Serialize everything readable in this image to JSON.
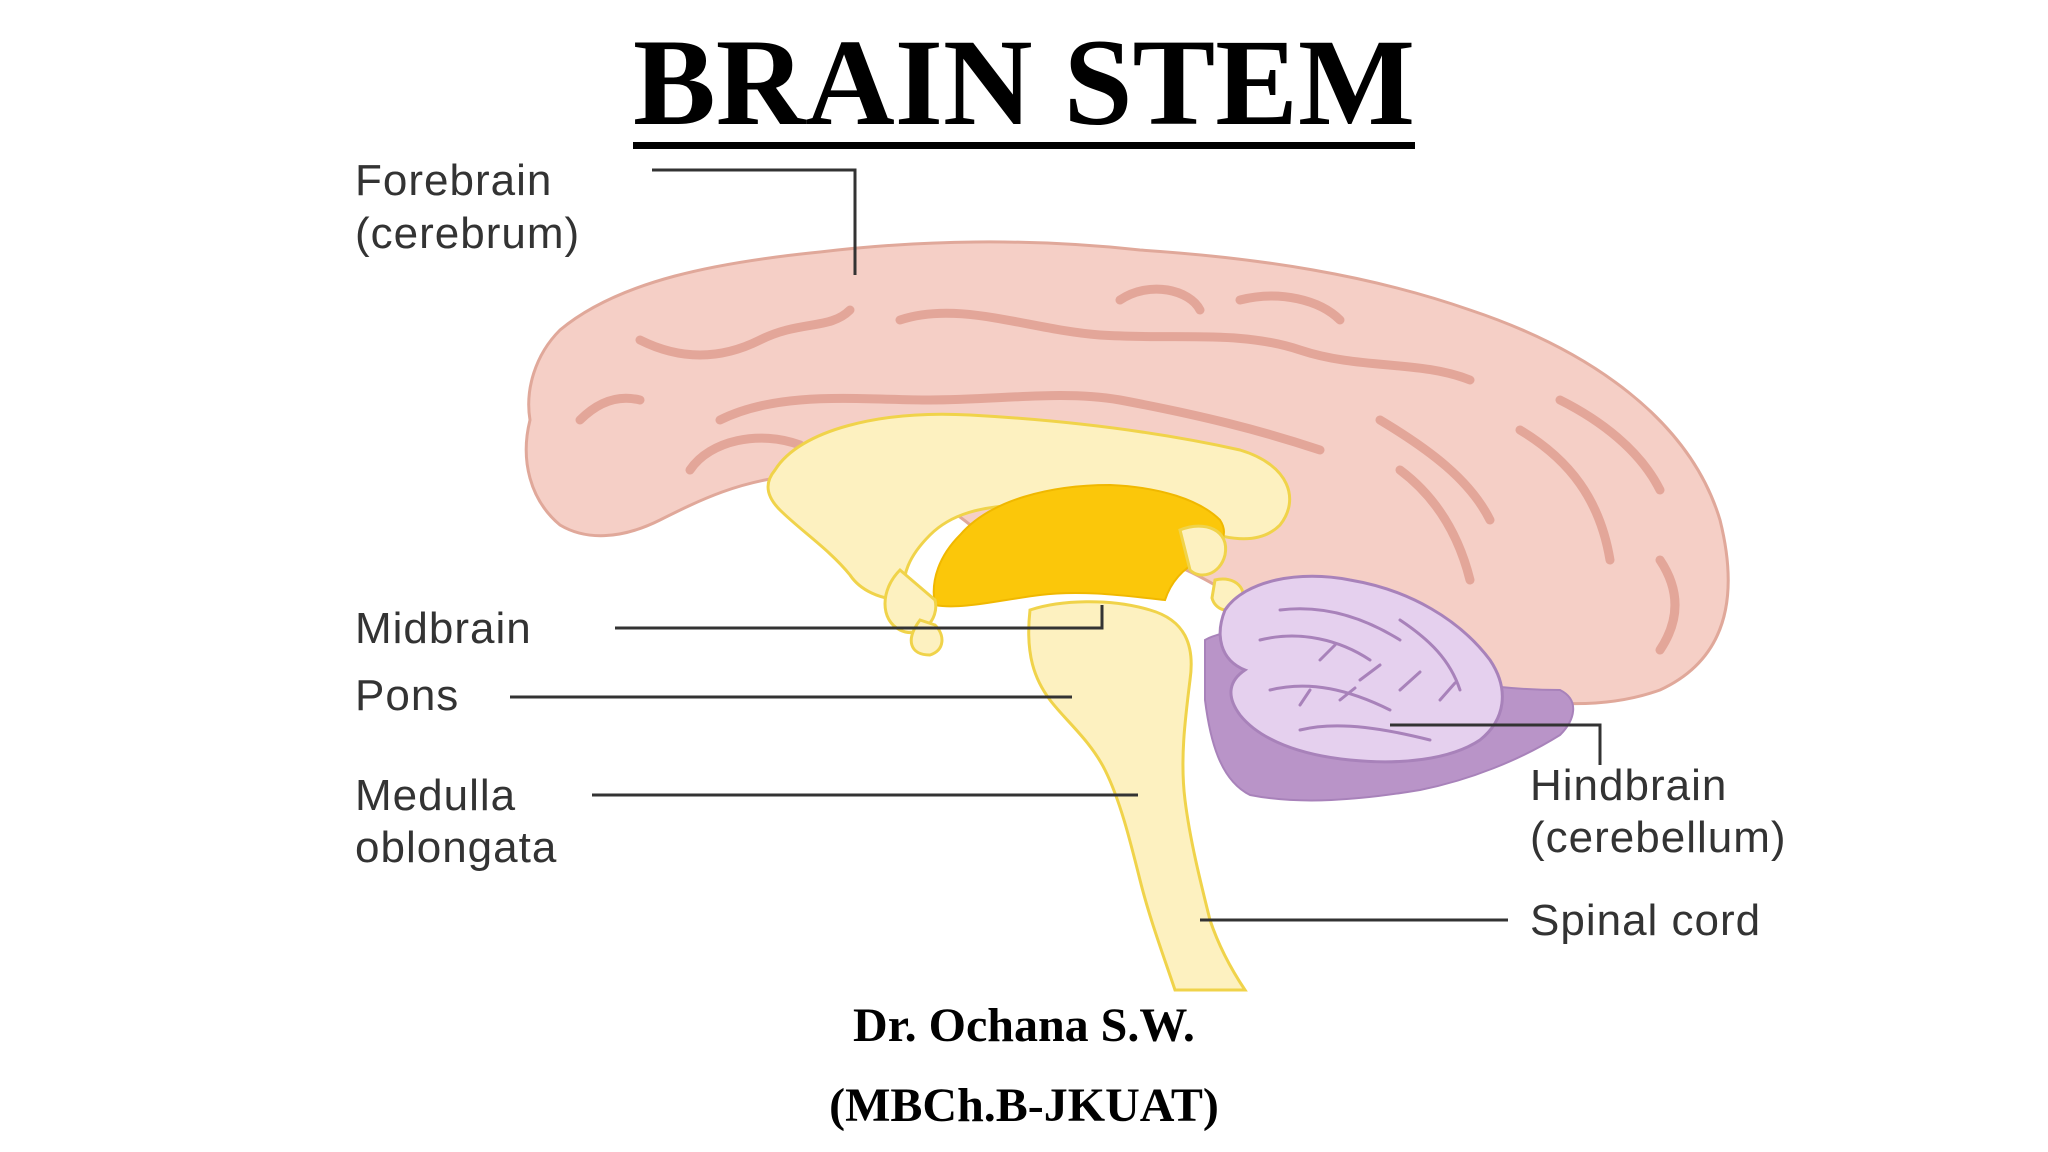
{
  "title": "BRAIN STEM",
  "labels": {
    "forebrain": [
      "Forebrain",
      "(cerebrum)"
    ],
    "midbrain": "Midbrain",
    "pons": "Pons",
    "medulla": [
      "Medulla",
      "oblongata"
    ],
    "hindbrain": [
      "Hindbrain",
      "(cerebellum)"
    ],
    "spinal_cord": "Spinal cord"
  },
  "credit": {
    "name": "Dr. Ochana S.W.",
    "degree": "(MBCh.B-JKUAT)"
  },
  "colors": {
    "cerebrum": "#f5cfc6",
    "cerebrum_outline": "#e0a89a",
    "brainstem": "#fdf1c0",
    "brainstem_outline": "#f0d34a",
    "midbrain": "#fbc70a",
    "cerebellum_light": "#e5d0ee",
    "cerebellum_dark": "#b994c8",
    "leader_line": "#333333"
  }
}
